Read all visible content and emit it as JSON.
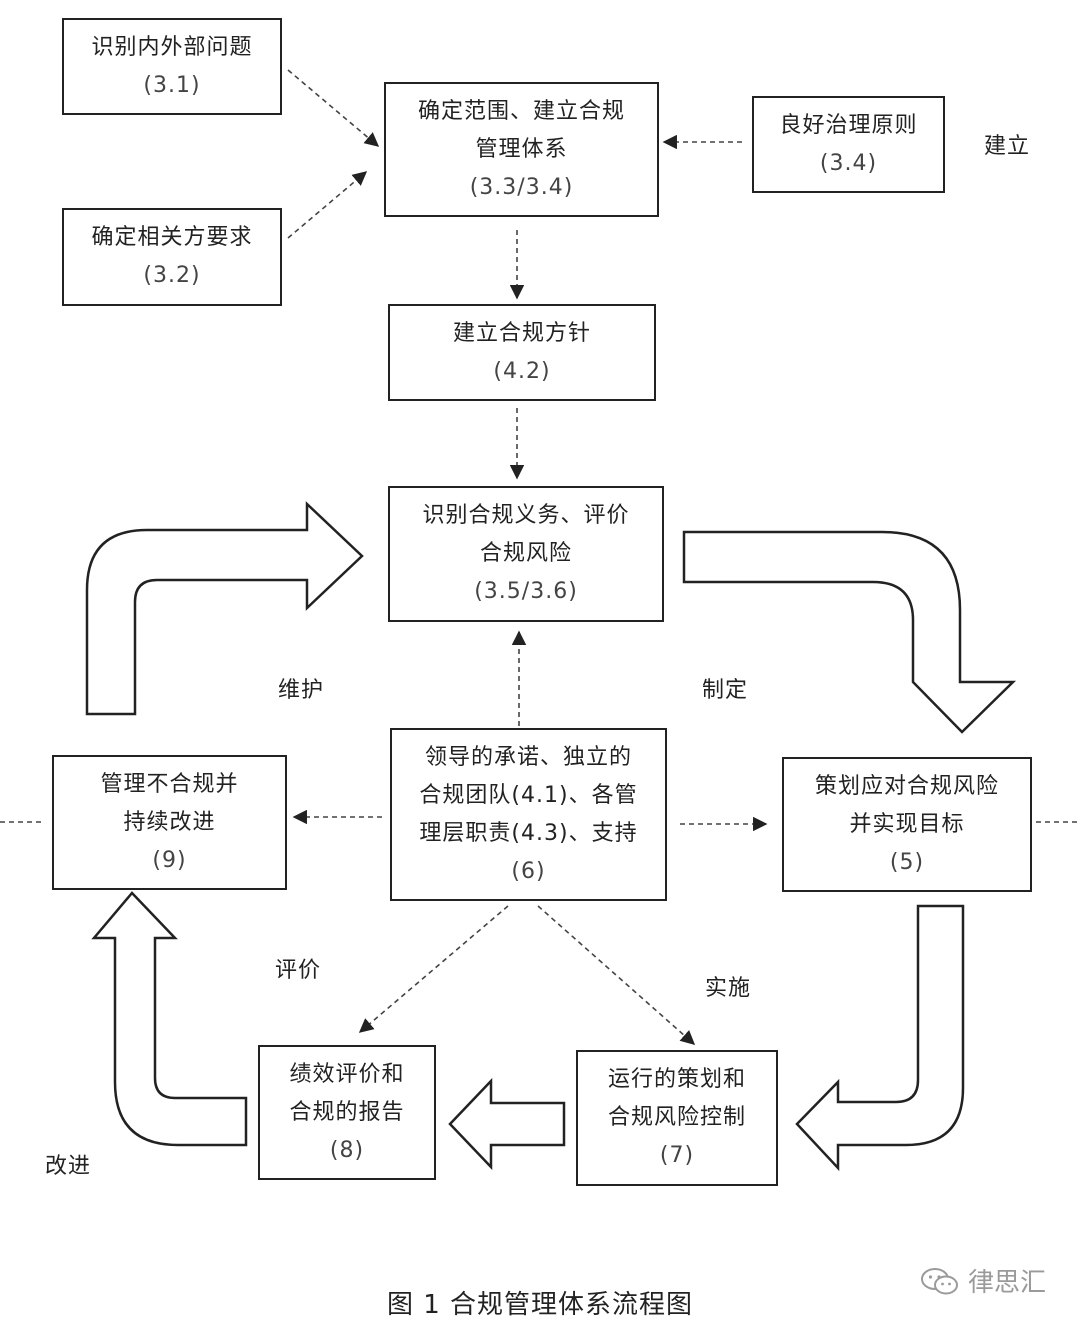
{
  "nodes": {
    "n31": {
      "title": "识别内外部问题",
      "num": "(3.1)"
    },
    "n32": {
      "title": "确定相关方要求",
      "num": "(3.2)"
    },
    "n33": {
      "line1": "确定范围、建立合规",
      "line2": "管理体系",
      "num": "(3.3/3.4)"
    },
    "n34": {
      "title": "良好治理原则",
      "num": "(3.4)"
    },
    "n42": {
      "title": "建立合规方针",
      "num": "(4.2)"
    },
    "n35": {
      "line1": "识别合规义务、评价",
      "line2": "合规风险",
      "num": "(3.5/3.6)"
    },
    "n6": {
      "line1": "领导的承诺、独立的",
      "line2": "合规团队(4.1)、各管",
      "line3": "理层职责(4.3)、支持",
      "num": "(6)"
    },
    "n9": {
      "line1": "管理不合规并",
      "line2": "持续改进",
      "num": "(9)"
    },
    "n5": {
      "line1": "策划应对合规风险",
      "line2": "并实现目标",
      "num": "(5)"
    },
    "n8": {
      "line1": "绩效评价和",
      "line2": "合规的报告",
      "num": "(8)"
    },
    "n7": {
      "line1": "运行的策划和",
      "line2": "合规风险控制",
      "num": "(7)"
    }
  },
  "labels": {
    "establish": "建立",
    "maintain": "维护",
    "formulate": "制定",
    "evaluate": "评价",
    "implement": "实施",
    "improve": "改进"
  },
  "caption": "图 1  合规管理体系流程图",
  "watermark": "律思汇",
  "colors": {
    "stroke": "#222222",
    "dashed": "#444444",
    "watermark": "#9a9a9a"
  }
}
